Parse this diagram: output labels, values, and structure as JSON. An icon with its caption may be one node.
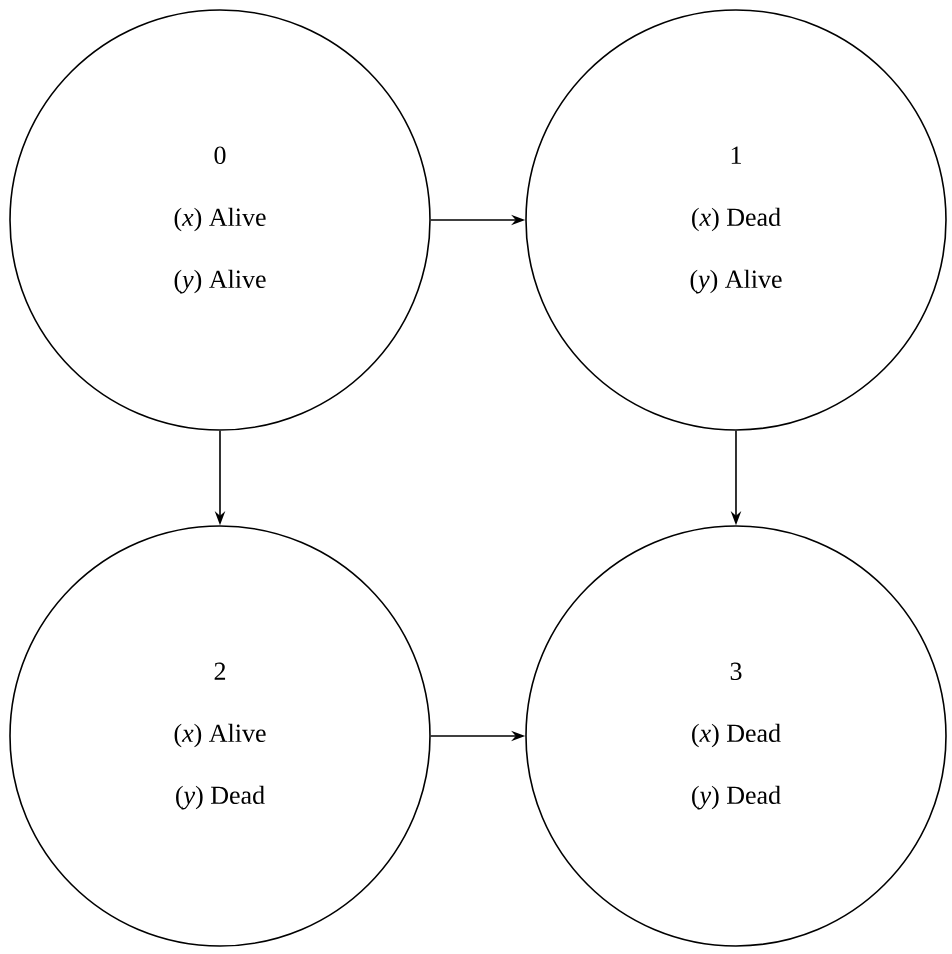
{
  "diagram": {
    "nodes": [
      {
        "text": [
          "0",
          "(*x*) Alive",
          "(*y*) Alive"
        ]
      },
      {
        "text": [
          "1",
          "(*x*) Dead",
          "(*y*) Alive"
        ]
      },
      {
        "text": [
          "2",
          "(*x*) Alive",
          "(*y*) Dead"
        ]
      },
      {
        "text": [
          "3",
          "(*x*) Dead",
          "(*y*) Dead"
        ]
      }
    ],
    "edges": [
      {
        "from": 0,
        "to": 1,
        "arrow": "to"
      },
      {
        "from": 0,
        "to": 2,
        "arrow": "to"
      },
      {
        "from": 1,
        "to": 3,
        "arrow": "to"
      },
      {
        "from": 2,
        "to": 3,
        "arrow": "to"
      }
    ]
  }
}
